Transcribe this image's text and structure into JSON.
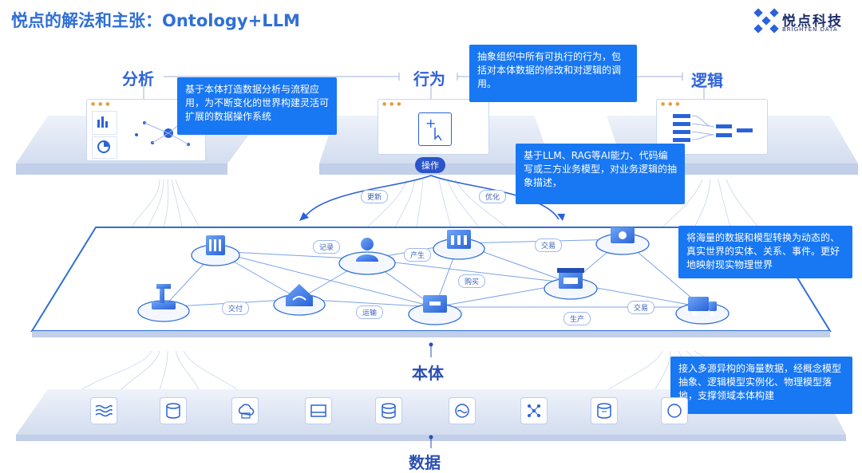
{
  "title": "悦点的解法和主张：Ontology+LLM",
  "brand": {
    "name": "悦点科技",
    "sub": "BRIGHTEN DATA"
  },
  "columns": {
    "analysis": "分析",
    "action": "行为",
    "logic": "逻辑"
  },
  "tooltips": {
    "analysis": "基于本体打造数据分析与流程应用，为不断变化的世界构建灵活可扩展的数据操作系统",
    "action": "抽象组织中所有可执行的行为，包括对本体数据的修改和对逻辑的调用。",
    "logic": "基于LLM、RAG等AI能力、代码编写或三方业务模型，对业务逻辑的抽象描述，",
    "ontology": "将海量的数据和模型转换为动态的、真实世界的实体、关系、事件。更好地映射现实物理世界",
    "data": "接入多源异构的海量数据，经概念模型抽象、逻辑模型实例化、物理模型落地，支撑领域本体构建"
  },
  "operation_label": "操作",
  "flow_labels": {
    "update": "更新",
    "optimize": "优化"
  },
  "edge_labels": {
    "record": "记录",
    "produce": "产生",
    "trade1": "交易",
    "buy": "购买",
    "deliver": "交付",
    "transport": "运输",
    "produce2": "生产",
    "trade2": "交易"
  },
  "layers": {
    "ontology": "本体",
    "data": "数据"
  },
  "data_icons": [
    "waves-icon",
    "cylinder-icon",
    "cloud-db-icon",
    "drive-icon",
    "database-icon",
    "lake-icon",
    "network-icon",
    "storage-icon",
    "chart-icon"
  ],
  "colors": {
    "accent": "#1877f2",
    "panel": "#dfe6f5",
    "platform_edge": "#2f6fd6",
    "label": "#2f63d9"
  }
}
